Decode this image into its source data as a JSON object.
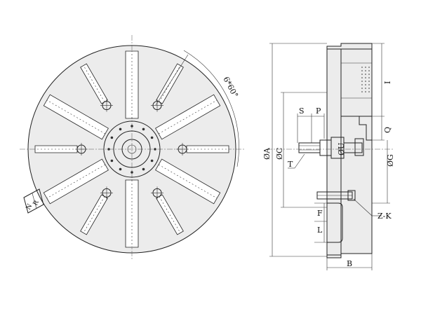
{
  "labels": {
    "angle": "6*60°",
    "phi_a": "ØA",
    "phi_c": "ØC",
    "phi_g": "ØG",
    "phi_u": "ØU",
    "s": "S",
    "p": "P",
    "q": "Q",
    "i": "I",
    "t": "T",
    "f": "F",
    "l": "L",
    "b": "B",
    "zk": "Z-K",
    "n": "N",
    "r": "R"
  }
}
